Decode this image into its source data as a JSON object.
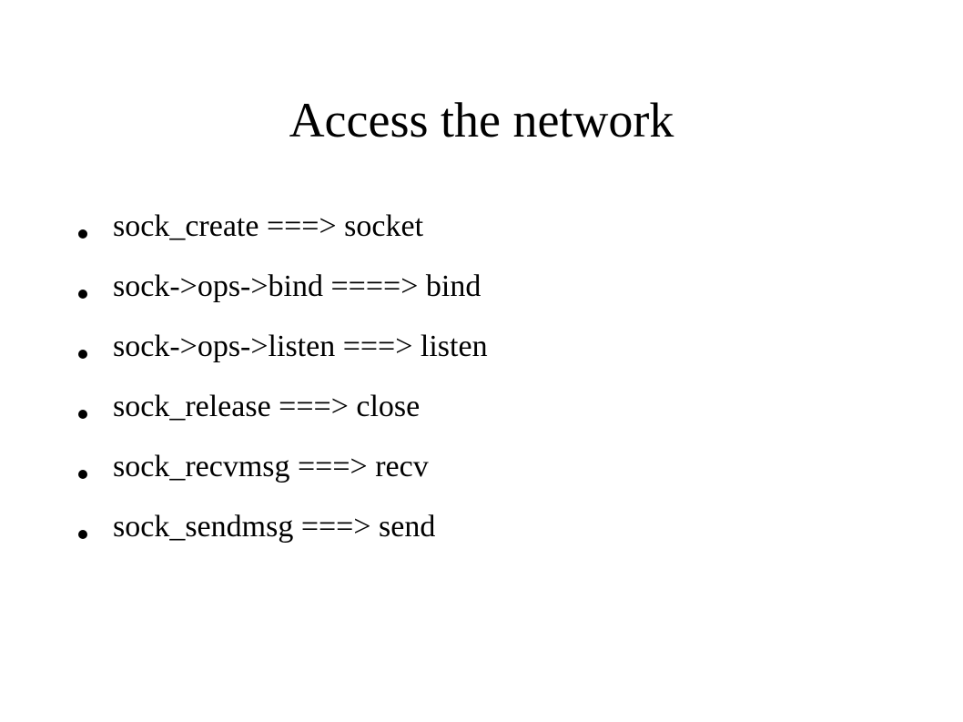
{
  "slide": {
    "title": "Access the network",
    "bullets": [
      "sock_create ===> socket",
      "sock->ops->bind ====> bind",
      "sock->ops->listen ===> listen",
      "sock_release ===> close",
      "sock_recvmsg ===> recv",
      "sock_sendmsg ===> send"
    ]
  }
}
